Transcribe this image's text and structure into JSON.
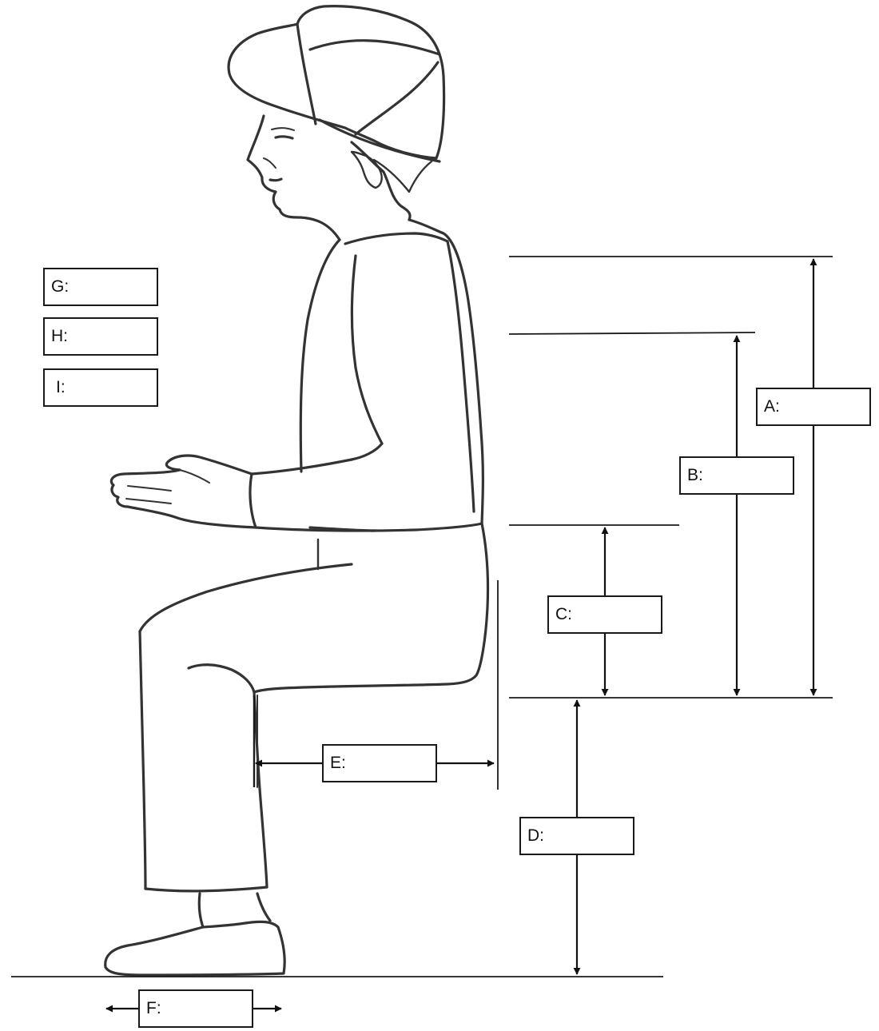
{
  "labels": {
    "A": "A:",
    "B": "B:",
    "C": "C:",
    "D": "D:",
    "E": "E:",
    "F": "F:",
    "G": "G:",
    "H": "H:",
    "I": "I:"
  },
  "colors": {
    "line": "#1a1a1a",
    "sketch": "#333333",
    "background": "#ffffff"
  }
}
